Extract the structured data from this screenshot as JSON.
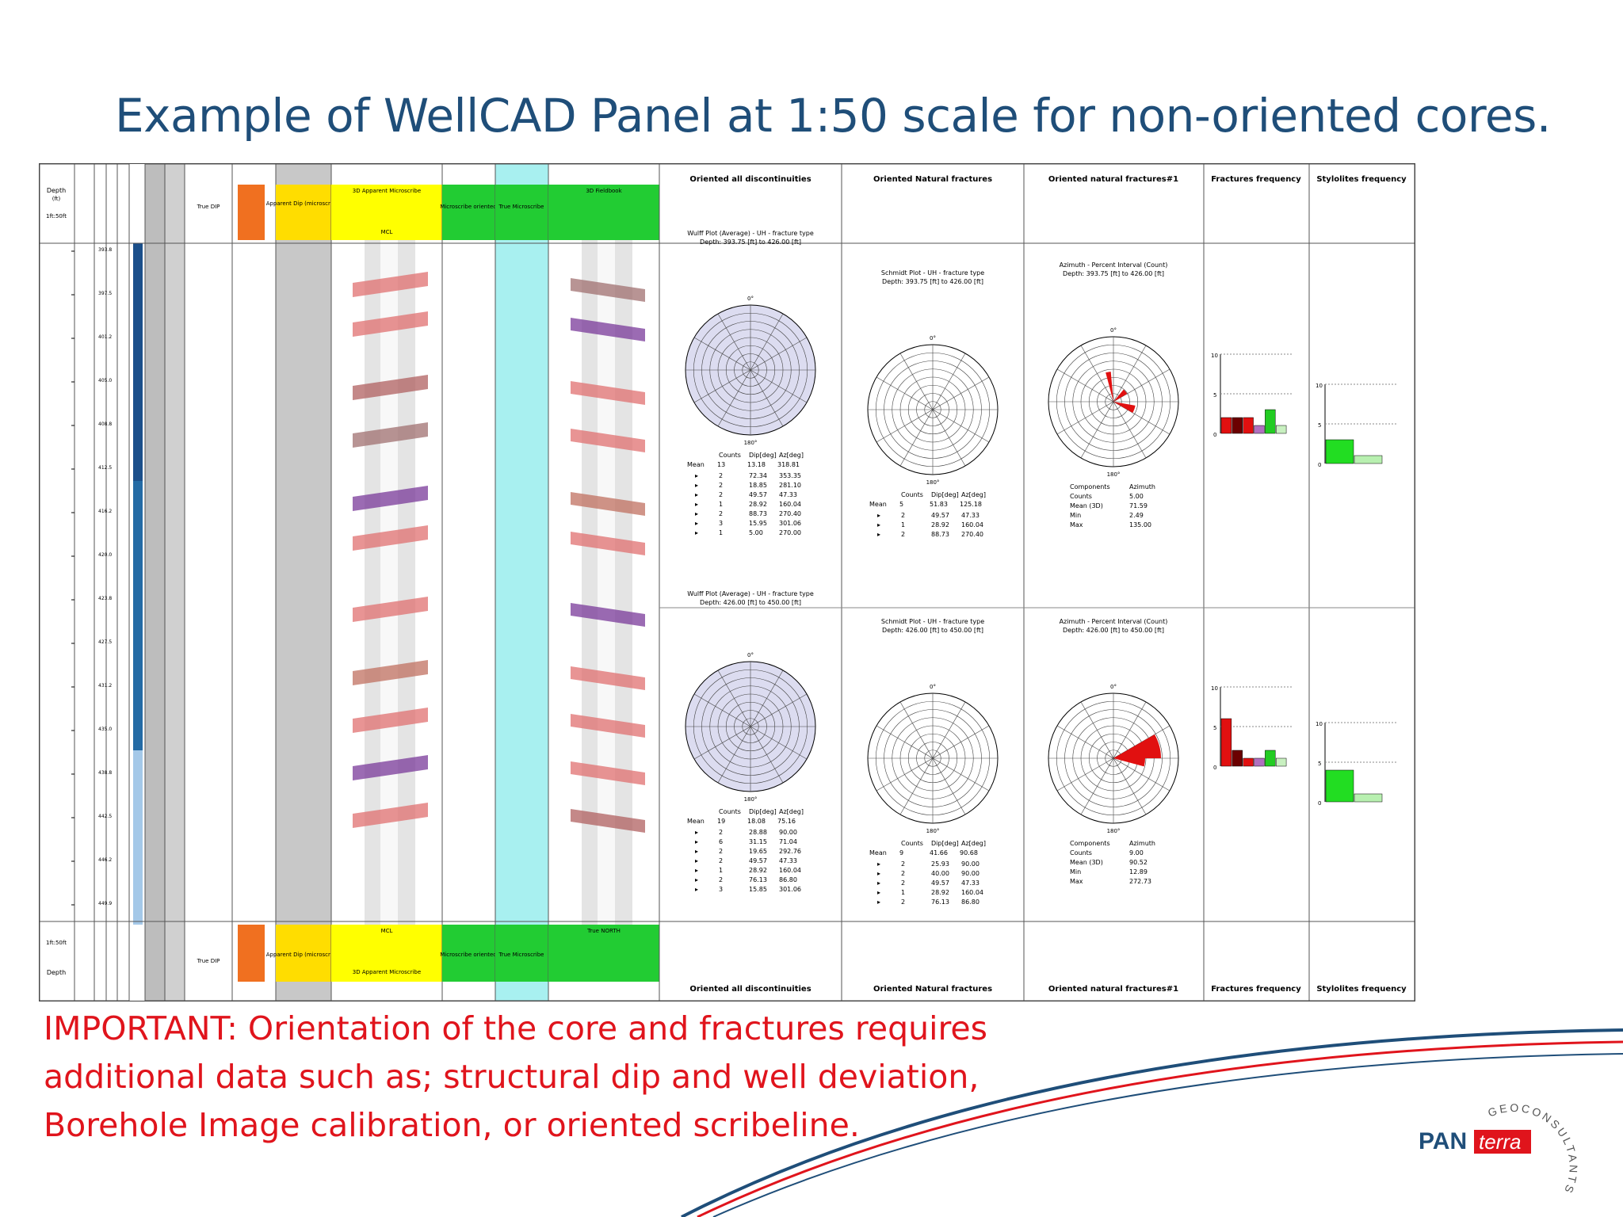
{
  "slide": {
    "title": "Example of WellCAD Panel at 1:50 scale for non-oriented cores.",
    "note_lines": [
      "IMPORTANT: Orientation of the core and fractures requires",
      "additional data such as; structural dip and well deviation,",
      "Borehole Image calibration, or oriented scribeline."
    ]
  },
  "logo": {
    "brand_prefix": "PAN",
    "brand_suffix": "terra",
    "arc_text": "GEOCONSULTANTS"
  },
  "panel": {
    "headers": {
      "depth": "Depth",
      "depth_unit": "(ft)",
      "depth_scale": "1ft:50ft",
      "depth_scale_bottom": "1ft:50ft",
      "oriented_all": "Oriented all discontinuities",
      "oriented_natural": "Oriented Natural fractures",
      "oriented_natural_1": "Oriented natural fractures#1",
      "fractures_frequency": "Fractures frequency",
      "stylolites_frequency": "Stylolites frequency",
      "yellow_top": "3D Apparent Microscribe",
      "yellow_mid": "MCL",
      "yellow_bottom_top": "MCL",
      "yellow_bottom_mid": "3D Apparent Microscribe",
      "green_a": "Microscribe oriented",
      "green_b": "True Microscribe",
      "green_c": "3D Fieldbook",
      "green_c_bottom": "True NORTH",
      "true_dip": "True DIP",
      "apparent_dip": "Apparent Dip (microscribe)"
    },
    "stereonets": [
      {
        "title": "Wulff Plot (Average) - UH - fracture type",
        "depth": "Depth: 393.75 [ft] to 426.00 [ft]",
        "top": "0°",
        "bottom": "180°",
        "columns": [
          "Counts",
          "Dip[deg]",
          "Az[deg]"
        ],
        "mean": [
          "Mean",
          "13",
          "13.18",
          "318.81"
        ],
        "rows": [
          [
            "2",
            "72.34",
            "353.35"
          ],
          [
            "2",
            "18.85",
            "281.10"
          ],
          [
            "2",
            "49.57",
            "47.33"
          ],
          [
            "1",
            "28.92",
            "160.04"
          ],
          [
            "2",
            "88.73",
            "270.40"
          ],
          [
            "3",
            "15.95",
            "301.06"
          ],
          [
            "1",
            "5.00",
            "270.00"
          ]
        ]
      },
      {
        "title": "Schmidt Plot - UH - fracture type",
        "depth": "Depth: 393.75 [ft] to 426.00 [ft]",
        "top": "0°",
        "bottom": "180°",
        "columns": [
          "Counts",
          "Dip[deg]",
          "Az[deg]"
        ],
        "mean": [
          "Mean",
          "5",
          "51.83",
          "125.18"
        ],
        "rows": [
          [
            "2",
            "49.57",
            "47.33"
          ],
          [
            "1",
            "28.92",
            "160.04"
          ],
          [
            "2",
            "88.73",
            "270.40"
          ]
        ]
      },
      {
        "title": "Azimuth - Percent Interval (Count)",
        "depth": "Depth: 393.75 [ft] to 426.00 [ft]",
        "top": "0°",
        "bottom": "180°",
        "stats": [
          [
            "Components",
            "Azimuth"
          ],
          [
            "Counts",
            "5.00"
          ],
          [
            "Mean (3D)",
            "71.59"
          ],
          [
            "Min",
            "2.49"
          ],
          [
            "Max",
            "135.00"
          ]
        ]
      },
      {
        "title": "Wulff Plot (Average) - UH - fracture type",
        "depth": "Depth: 426.00 [ft] to 450.00 [ft]",
        "top": "0°",
        "bottom": "180°",
        "columns": [
          "Counts",
          "Dip[deg]",
          "Az[deg]"
        ],
        "mean": [
          "Mean",
          "19",
          "18.08",
          "75.16"
        ],
        "rows": [
          [
            "2",
            "28.88",
            "90.00"
          ],
          [
            "6",
            "31.15",
            "71.04"
          ],
          [
            "2",
            "19.65",
            "292.76"
          ],
          [
            "2",
            "49.57",
            "47.33"
          ],
          [
            "1",
            "28.92",
            "160.04"
          ],
          [
            "2",
            "76.13",
            "86.80"
          ],
          [
            "3",
            "15.85",
            "301.06"
          ]
        ]
      },
      {
        "title": "Schmidt Plot - UH - fracture type",
        "depth": "Depth: 426.00 [ft] to 450.00 [ft]",
        "top": "0°",
        "bottom": "180°",
        "columns": [
          "Counts",
          "Dip[deg]",
          "Az[deg]"
        ],
        "mean": [
          "Mean",
          "9",
          "41.66",
          "90.68"
        ],
        "rows": [
          [
            "2",
            "25.93",
            "90.00"
          ],
          [
            "2",
            "40.00",
            "90.00"
          ],
          [
            "2",
            "49.57",
            "47.33"
          ],
          [
            "1",
            "28.92",
            "160.04"
          ],
          [
            "2",
            "76.13",
            "86.80"
          ]
        ]
      },
      {
        "title": "Azimuth - Percent Interval (Count)",
        "depth": "Depth: 426.00 [ft] to 450.00 [ft]",
        "top": "0°",
        "bottom": "180°",
        "stats": [
          [
            "Components",
            "Azimuth"
          ],
          [
            "Counts",
            "9.00"
          ],
          [
            "Mean (3D)",
            "90.52"
          ],
          [
            "Min",
            "12.89"
          ],
          [
            "Max",
            "272.73"
          ]
        ]
      }
    ],
    "histograms": [
      {
        "ymax_label": "10",
        "ymid_label": "5",
        "ymin_label": "0",
        "values": [
          2,
          2,
          2,
          1,
          3,
          1
        ],
        "colors": [
          "#e11010",
          "#6b0000",
          "#e11010",
          "#b070c0",
          "#22cc22",
          "#c8f0c0"
        ]
      },
      {
        "ymax_label": "10",
        "ymid_label": "5",
        "ymin_label": "0",
        "values": [
          3,
          1
        ],
        "colors": [
          "#22dd22",
          "#b8f0b0"
        ]
      },
      {
        "ymax_label": "10",
        "ymid_label": "5",
        "ymin_label": "0",
        "values": [
          6,
          2,
          1,
          1,
          2,
          1
        ],
        "colors": [
          "#e11010",
          "#6b0000",
          "#e11010",
          "#b070c0",
          "#22cc22",
          "#c8f0c0"
        ]
      },
      {
        "ymax_label": "10",
        "ymid_label": "5",
        "ymin_label": "0",
        "values": [
          4,
          1
        ],
        "colors": [
          "#22dd22",
          "#b8f0b0"
        ]
      }
    ],
    "depth_ticks": [
      "393.8",
      "397.5",
      "401.2",
      "405.0",
      "408.8",
      "412.5",
      "416.2",
      "420.0",
      "423.8",
      "427.5",
      "431.2",
      "435.0",
      "438.8",
      "442.5",
      "446.2",
      "449.9"
    ]
  }
}
